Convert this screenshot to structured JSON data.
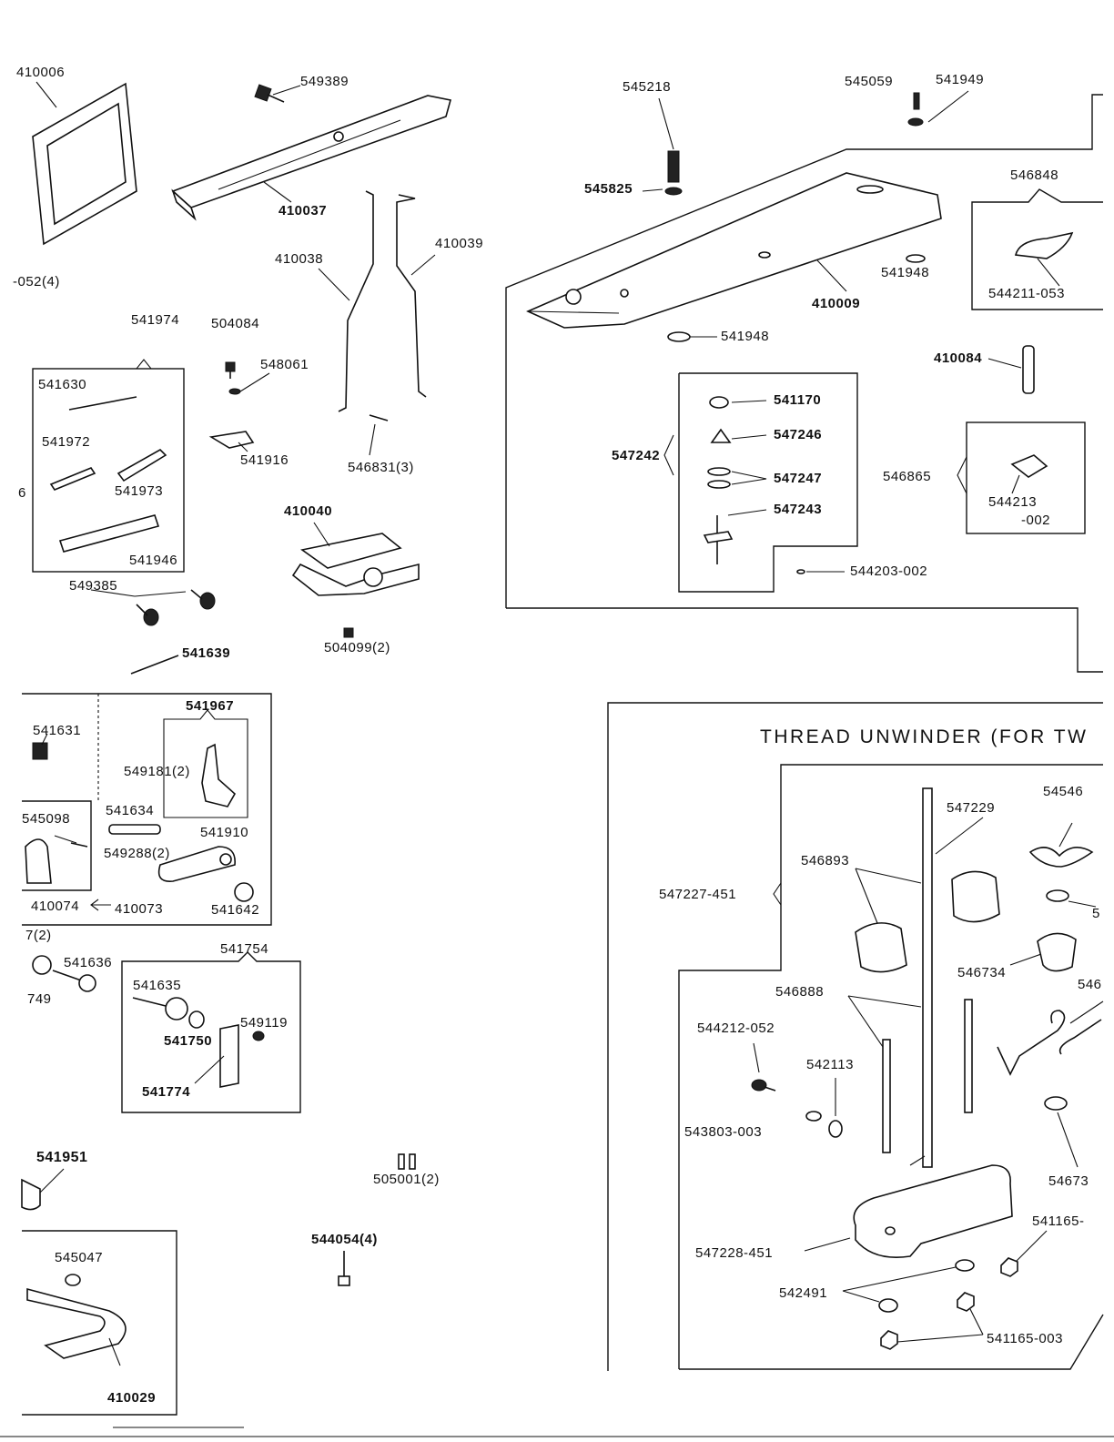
{
  "section_title": "THREAD UNWINDER (FOR TW",
  "labels": {
    "p410006": "410006",
    "p549389": "549389",
    "p410037": "410037",
    "p410038": "410038",
    "p410039": "410039",
    "p052_4": "-052(4)",
    "p541974": "541974",
    "p504084": "504084",
    "p548061": "548061",
    "p541630": "541630",
    "p541916": "541916",
    "p546831_3": "546831(3)",
    "p541972": "541972",
    "p541973": "541973",
    "p6": "6",
    "p410040": "410040",
    "p541946": "541946",
    "p549385": "549385",
    "p541639": "541639",
    "p504099_2": "504099(2)",
    "p541631": "541631",
    "p541967": "541967",
    "p549181_2": "549181(2)",
    "p545098": "545098",
    "p541634": "541634",
    "p541910": "541910",
    "p549288_2": "549288(2)",
    "p410074": "410074",
    "p410073": "410073",
    "p541642": "541642",
    "p7_2": "7(2)",
    "p541636": "541636",
    "p749": "749",
    "p541754": "541754",
    "p541635": "541635",
    "p549119": "549119",
    "p541750": "541750",
    "p541774": "541774",
    "p541951": "541951",
    "p505001_2": "505001(2)",
    "p545047": "545047",
    "p544054_4": "544054(4)",
    "p410029": "410029",
    "p545218": "545218",
    "p545059": "545059",
    "p541949": "541949",
    "p545825": "545825",
    "p546848": "546848",
    "p541948a": "541948",
    "p541948b": "541948",
    "p410009": "410009",
    "p544211_053": "544211-053",
    "p410084": "410084",
    "p541170": "541170",
    "p547246": "547246",
    "p547242": "547242",
    "p547247": "547247",
    "p547243": "547243",
    "p546865": "546865",
    "p544213": "544213",
    "p002": "-002",
    "p544203_002": "544203-002",
    "p547229": "547229",
    "p54546": "54546",
    "p546893": "546893",
    "p547227_451": "547227-451",
    "p5": "5",
    "p546734": "546734",
    "p546888": "546888",
    "p546": "546",
    "p544212_052": "544212-052",
    "p542113": "542113",
    "p543803_003": "543803-003",
    "p54673": "54673",
    "p541165_a": "541165-",
    "p547228_451": "547228-451",
    "p542491": "542491",
    "p541165_003": "541165-003"
  }
}
